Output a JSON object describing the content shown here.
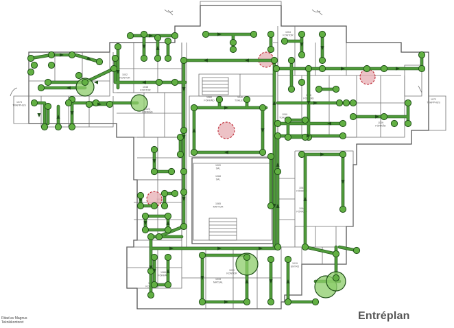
{
  "map": {
    "title": "Entréplan",
    "credit_lines": [
      "Ritad av Magnus",
      "Teknikkontoret"
    ],
    "route_color": "#4f9a3a",
    "node_color": "#62b043",
    "hotspot_color": "#e7aeb3",
    "room_labels": [
      {
        "code": "1068",
        "name": "SAL"
      },
      {
        "code": "1065",
        "name": "MATTOR"
      },
      {
        "code": "1066",
        "name": "FÖRRÅD"
      },
      {
        "code": "1048",
        "name": "KONTOR"
      },
      {
        "code": "1060",
        "name": "FÖRRÅD"
      },
      {
        "code": "1040",
        "name": "TOALETT"
      },
      {
        "code": "1053",
        "name": "FÖRRÅD"
      },
      {
        "code": "1019",
        "name": "ENTRÉ"
      },
      {
        "code": "1030",
        "name": "KONTOR"
      },
      {
        "code": "1020",
        "name": "SAL"
      },
      {
        "code": "1033",
        "name": "MATSAL"
      },
      {
        "code": "1021",
        "name": "KONTOR"
      },
      {
        "code": "1009",
        "name": "FÖRRÅD"
      },
      {
        "code": "1061",
        "name": "FÖRRÅD"
      },
      {
        "code": "1064",
        "name": "FÖRRÅD"
      },
      {
        "code": "1059",
        "name": "TOALETT"
      },
      {
        "code": "1023",
        "name": "FÖRRÅD"
      },
      {
        "code": "1028",
        "name": "FÖRRÅD"
      },
      {
        "code": "1002",
        "name": "KONTOR"
      },
      {
        "code": "1072",
        "name": "TRAPPHUS"
      },
      {
        "code": "1074",
        "name": "TRAPPHUS"
      },
      {
        "code": "1054",
        "name": "KONTOR"
      }
    ]
  }
}
